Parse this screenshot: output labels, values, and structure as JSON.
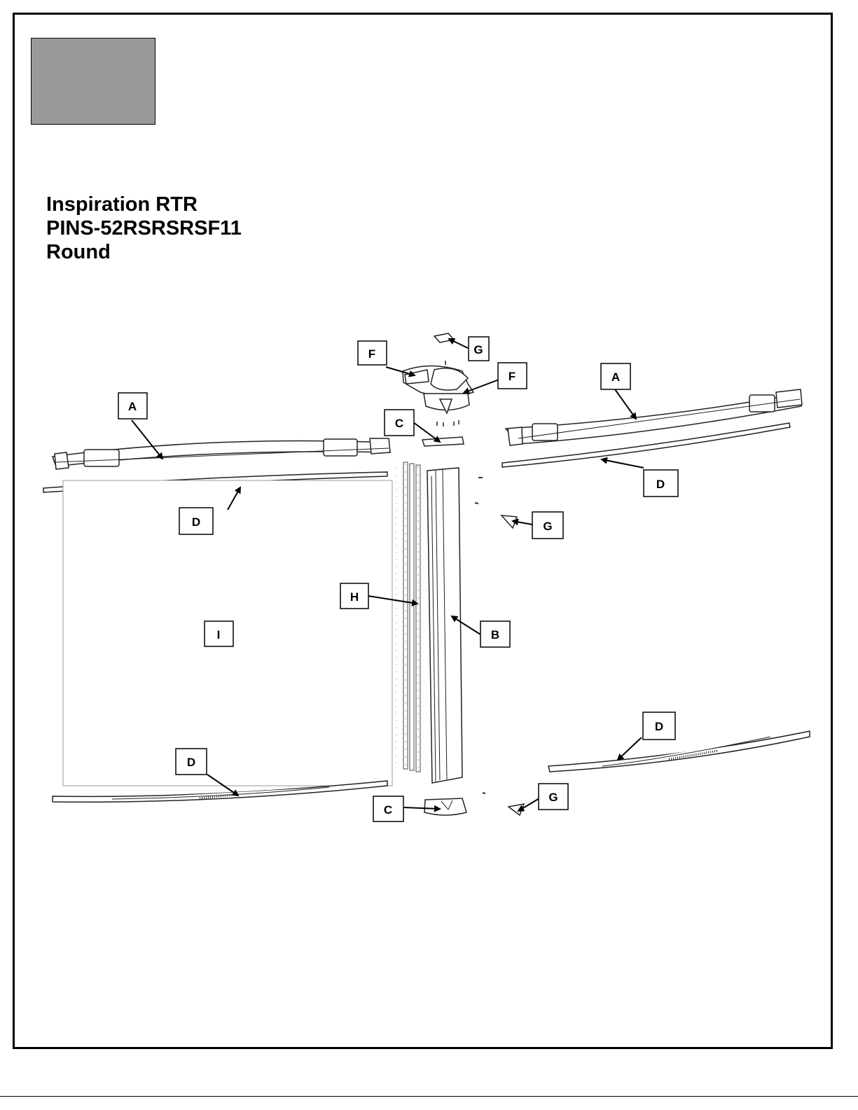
{
  "title": {
    "line1": "Inspiration RTR",
    "line2": "PINS-52RSRSRSF11",
    "line3": "Round"
  },
  "callouts": {
    "A1": "A",
    "A2": "A",
    "B": "B",
    "C1": "C",
    "C2": "C",
    "D1": "D",
    "D2": "D",
    "D3": "D",
    "D4": "D",
    "F1": "F",
    "F2": "F",
    "G1": "G",
    "G2": "G",
    "G3": "G",
    "H": "H",
    "I": "I"
  },
  "colors": {
    "swatch": "#999999",
    "line": "#000000"
  }
}
